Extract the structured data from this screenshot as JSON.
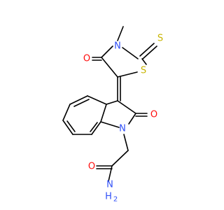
{
  "atoms": {
    "methyl_n": {
      "label": "N",
      "color": "#3050F8"
    },
    "thioxo_s": {
      "label": "S",
      "color": "#C8B400"
    },
    "ring_s": {
      "label": "S",
      "color": "#C8B400"
    },
    "ketone_o": {
      "label": "O",
      "color": "#FF0D0D"
    },
    "lactam_o": {
      "label": "O",
      "color": "#FF0D0D"
    },
    "indole_n": {
      "label": "N",
      "color": "#3050F8"
    },
    "amide_o": {
      "label": "O",
      "color": "#FF0D0D"
    },
    "amide_n": {
      "label": "N",
      "color": "#3050F8"
    },
    "amide_h2": {
      "label": "H",
      "color": "#3050F8"
    },
    "amide_h2_sub": {
      "label": "2",
      "color": "#3050F8"
    }
  },
  "colors": {
    "bond": "#000000",
    "background": "#ffffff"
  }
}
